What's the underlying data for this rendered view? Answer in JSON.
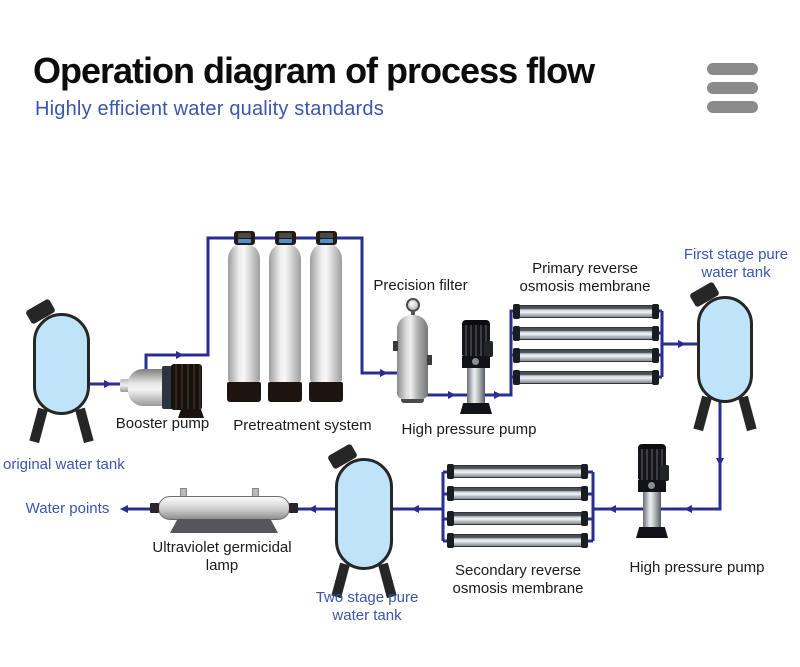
{
  "header": {
    "title": "Operation diagram of process flow",
    "subtitle": "Highly efficient water quality standards",
    "menu_icon": "hamburger-icon"
  },
  "colors": {
    "pipe_blue": "#2b2d90",
    "label_blue": "#3a56ad",
    "tank_fill": "#bfe4f9",
    "title_black": "#0c0c0c",
    "menu_gray": "#8a8a8a"
  },
  "labels": {
    "original_tank": "original water tank",
    "booster_pump": "Booster pump",
    "pretreatment": "Pretreatment system",
    "precision_filter": "Precision filter",
    "high_pressure_pump_1": "High pressure pump",
    "primary_membrane": "Primary reverse osmosis membrane",
    "first_stage_tank": "First stage pure water tank",
    "high_pressure_pump_2": "High pressure pump",
    "secondary_membrane": "Secondary reverse osmosis membrane",
    "two_stage_tank": "Two stage pure water tank",
    "uv_lamp": "Ultraviolet germicidal lamp",
    "water_points": "Water points"
  }
}
